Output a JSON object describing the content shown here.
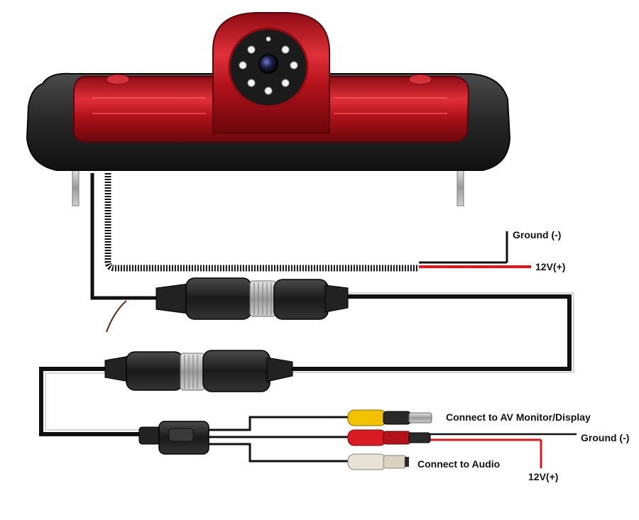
{
  "labels": {
    "ground_top": "Ground (-)",
    "v12_top": "12V(+)",
    "av_monitor": "Connect  to AV Monitor/Display",
    "ground_bottom": "Ground (-)",
    "audio": "Connect to Audio",
    "v12_bottom": "12V(+)"
  },
  "colors": {
    "light_red": "#c0141c",
    "housing": "#2b2b2b",
    "wire_black": "#111111",
    "wire_red": "#e01818",
    "rca_yellow": "#f2c200",
    "rca_red": "#d81c24",
    "rca_white": "#e8e2d6",
    "metal": "#b9b9b9"
  },
  "icons": [
    "brake-light-camera-icon",
    "camera-lens-icon",
    "ir-led-icon",
    "aviation-connector-icon",
    "rca-plug-icon",
    "mini-plug-icon"
  ]
}
